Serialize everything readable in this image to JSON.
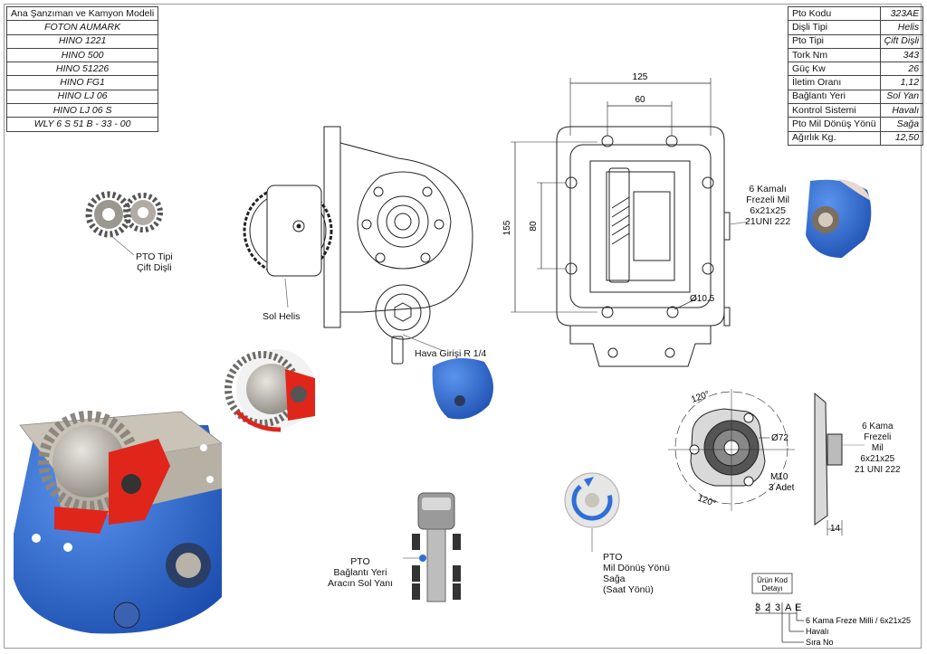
{
  "models_table": {
    "header": "Ana Şanzıman ve Kamyon Modeli",
    "rows": [
      "FOTON AUMARK",
      "HINO 1221",
      "HINO 500",
      "HINO 51226",
      "HINO FG1",
      "HINO LJ 06",
      "HINO LJ 06 S",
      "WLY 6 S 51 B - 33 - 00"
    ]
  },
  "spec_table": {
    "rows": [
      {
        "label": "Pto Kodu",
        "value": "323AE"
      },
      {
        "label": "Dişli Tipi",
        "value": "Helis"
      },
      {
        "label": "Pto Tipi",
        "value": "Çift Dişli"
      },
      {
        "label": "Tork Nm",
        "value": "343"
      },
      {
        "label": "Güç Kw",
        "value": "26"
      },
      {
        "label": "İletim Oranı",
        "value": "1,12"
      },
      {
        "label": "Bağlantı Yeri",
        "value": "Sol Yan"
      },
      {
        "label": "Kontrol Sistemi",
        "value": "Havalı"
      },
      {
        "label": "Pto Mil Dönüş Yönü",
        "value": "Sağa"
      },
      {
        "label": "Ağırlık Kg.",
        "value": "12,50"
      }
    ]
  },
  "callouts": {
    "pto_type": [
      "PTO Tipi",
      "Çift Dişli"
    ],
    "sol_helis": "Sol Helis",
    "air_inlet": "Hava Girişi R 1/4",
    "shaft_top": [
      "6 Kamalı",
      "Frezeli Mil",
      "6x21x25",
      "21UNI 222"
    ],
    "shaft_bottom": [
      "6 Kama",
      "Frezeli",
      "Mil",
      "6x21x25",
      "21 UNI 222"
    ],
    "pto_location": [
      "PTO",
      "Bağlantı Yeri",
      "Aracın Sol Yanı"
    ],
    "rotation": [
      "PTO",
      "Mil Dönüş Yönü",
      "Sağa",
      "(Saat Yönü)"
    ]
  },
  "dimensions": {
    "width_outer": "125",
    "width_inner": "60",
    "height_outer": "155",
    "height_inner": "80",
    "hole_dia": "Ø10.5",
    "flange_dia": "Ø72",
    "angle_top": "120°",
    "angle_bottom": "120°",
    "thread": [
      "M10",
      "3 Adet"
    ],
    "thickness": "14"
  },
  "product_code": {
    "title": [
      "Ürün Kod",
      "Detayı"
    ],
    "chars": [
      "3",
      "2",
      "3",
      "A",
      "E"
    ],
    "legend": [
      "6 Kama Freze Milli / 6x21x25",
      "Havalı",
      "Sıra No"
    ]
  },
  "colors": {
    "pto_blue": "#2f6fd6",
    "red_part": "#e0251b",
    "steel": "#b9b4ac"
  }
}
